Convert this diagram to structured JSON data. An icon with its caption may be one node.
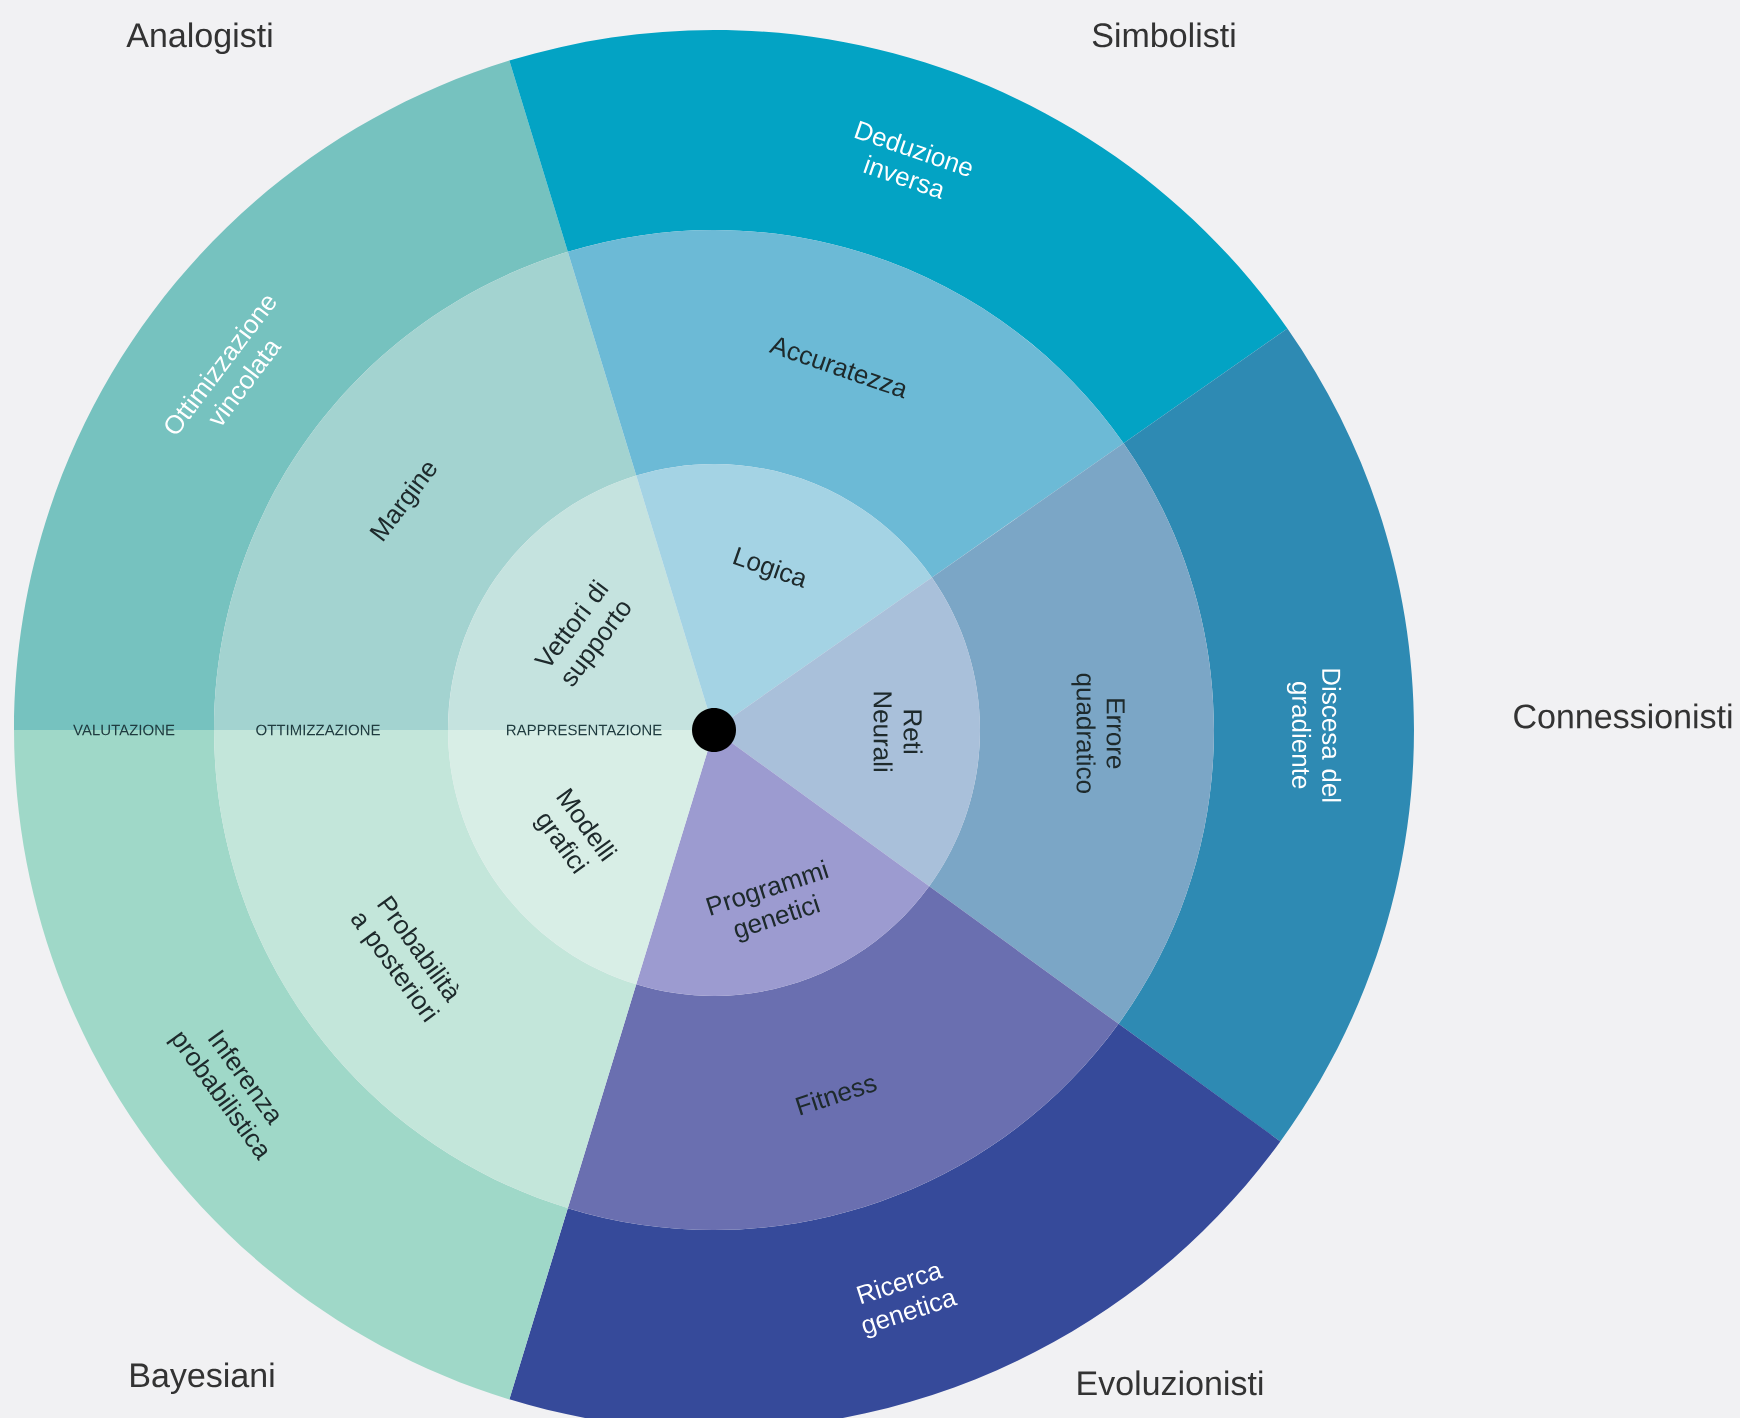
{
  "diagram": {
    "nodes": [
      {
        "text": [
          "Ottimizzazione vincolata"
        ]
      },
      {
        "text": [
          "Margine"
        ]
      },
      {
        "text": [
          "Vettori di supporto"
        ]
      },
      {
        "text": [
          "Deduzione inversa"
        ]
      },
      {
        "text": [
          "Accuratezza"
        ]
      },
      {
        "text": [
          "Logica"
        ]
      },
      {
        "text": [
          "Discesa del gradiente"
        ]
      },
      {
        "text": [
          "Errore quadratico"
        ]
      },
      {
        "text": [
          "Reti Neurali"
        ]
      },
      {
        "text": [
          "Ricerca genetica"
        ]
      },
      {
        "text": [
          "Fitness"
        ]
      },
      {
        "text": [
          "Programmi genetici"
        ]
      },
      {
        "text": [
          "Inferenza probabilistica"
        ]
      },
      {
        "text": [
          "Probabilità a posteriori"
        ]
      },
      {
        "text": [
          "Modelli grafici"
        ]
      }
    ],
    "labels": [
      "Analogisti",
      "Simbolisti",
      "Connessionisti",
      "VALUTAZIONE",
      "OTTIMIZZAZIONE",
      "RAPPRESENTAZIONE",
      "Bayesiani",
      "Evoluzionisti"
    ]
  }
}
